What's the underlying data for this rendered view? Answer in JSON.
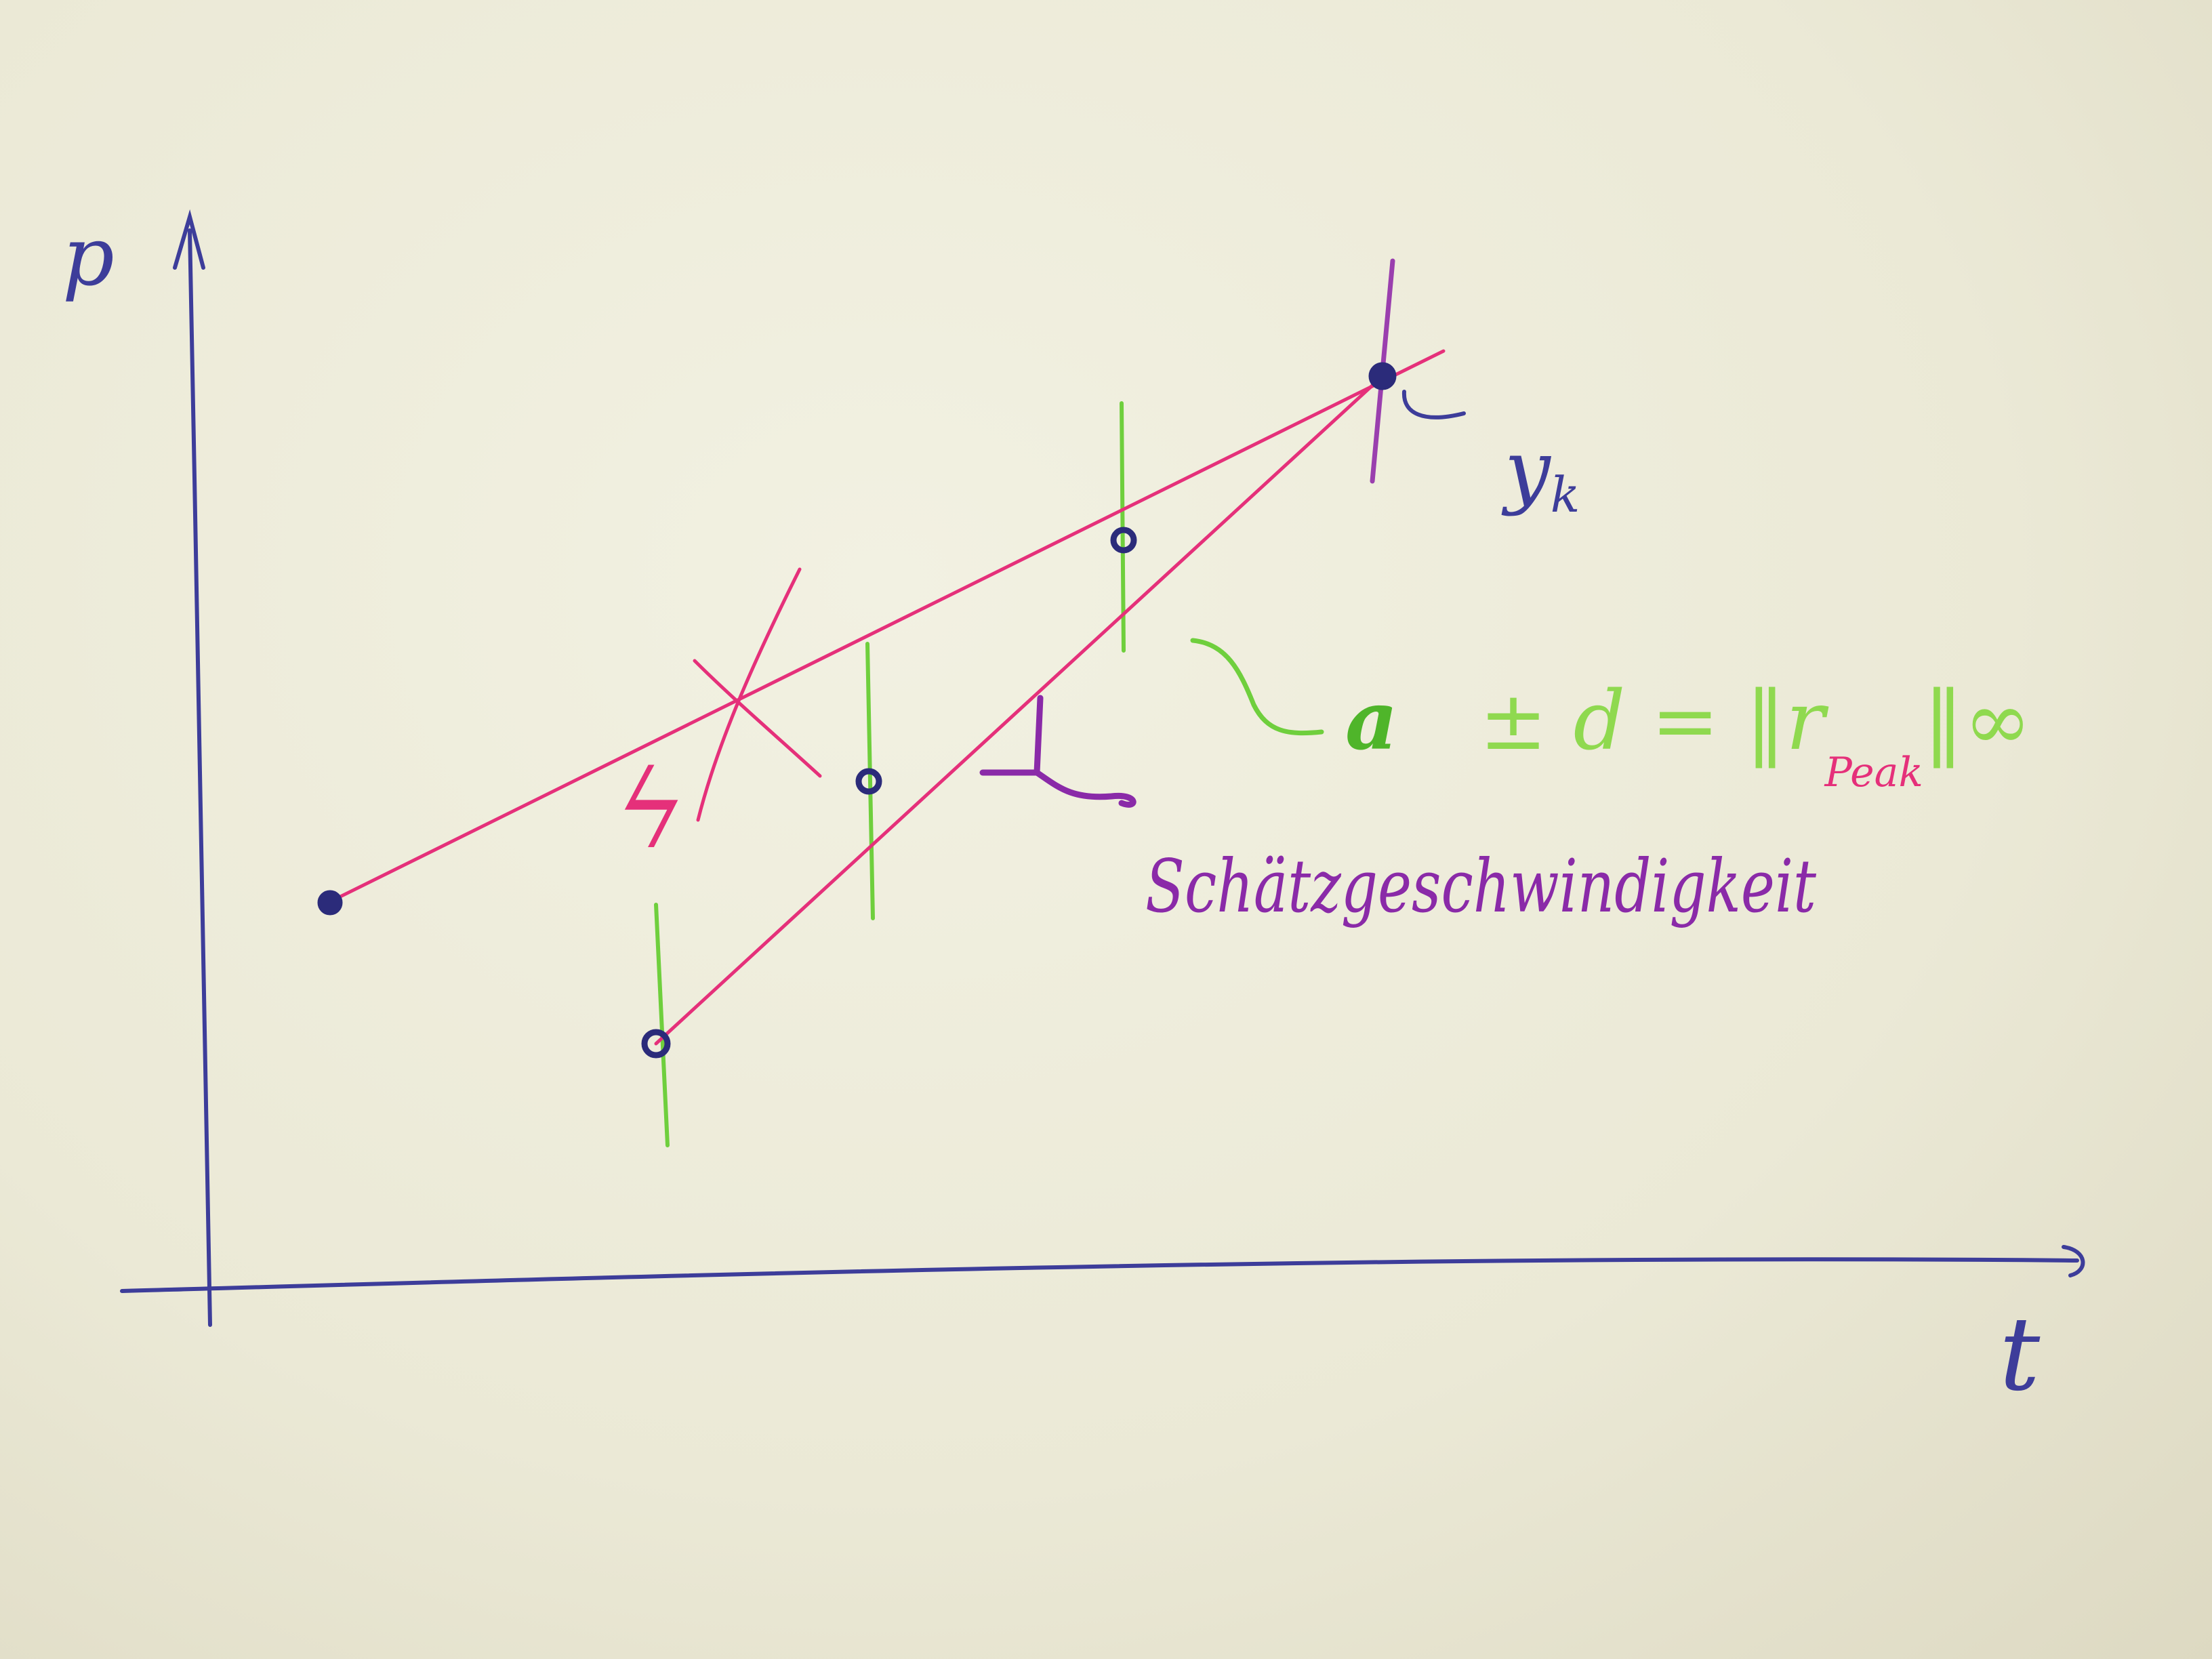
{
  "axes": {
    "y_label": "p",
    "x_label": "t"
  },
  "annotations": {
    "y_k": "y",
    "y_k_sub": "k",
    "lightning": "ϟ",
    "formula_a": "a",
    "formula_rest": "± d = ‖r",
    "formula_sub": "Peak",
    "formula_end": "‖∞",
    "word": "Schätzgeschwindigkeit"
  },
  "colors": {
    "blue_ink": "#3d3d9a",
    "pink_ink": "#e5307a",
    "green_ink": "#6fcf3d",
    "purple_ink": "#8a2aa8"
  }
}
